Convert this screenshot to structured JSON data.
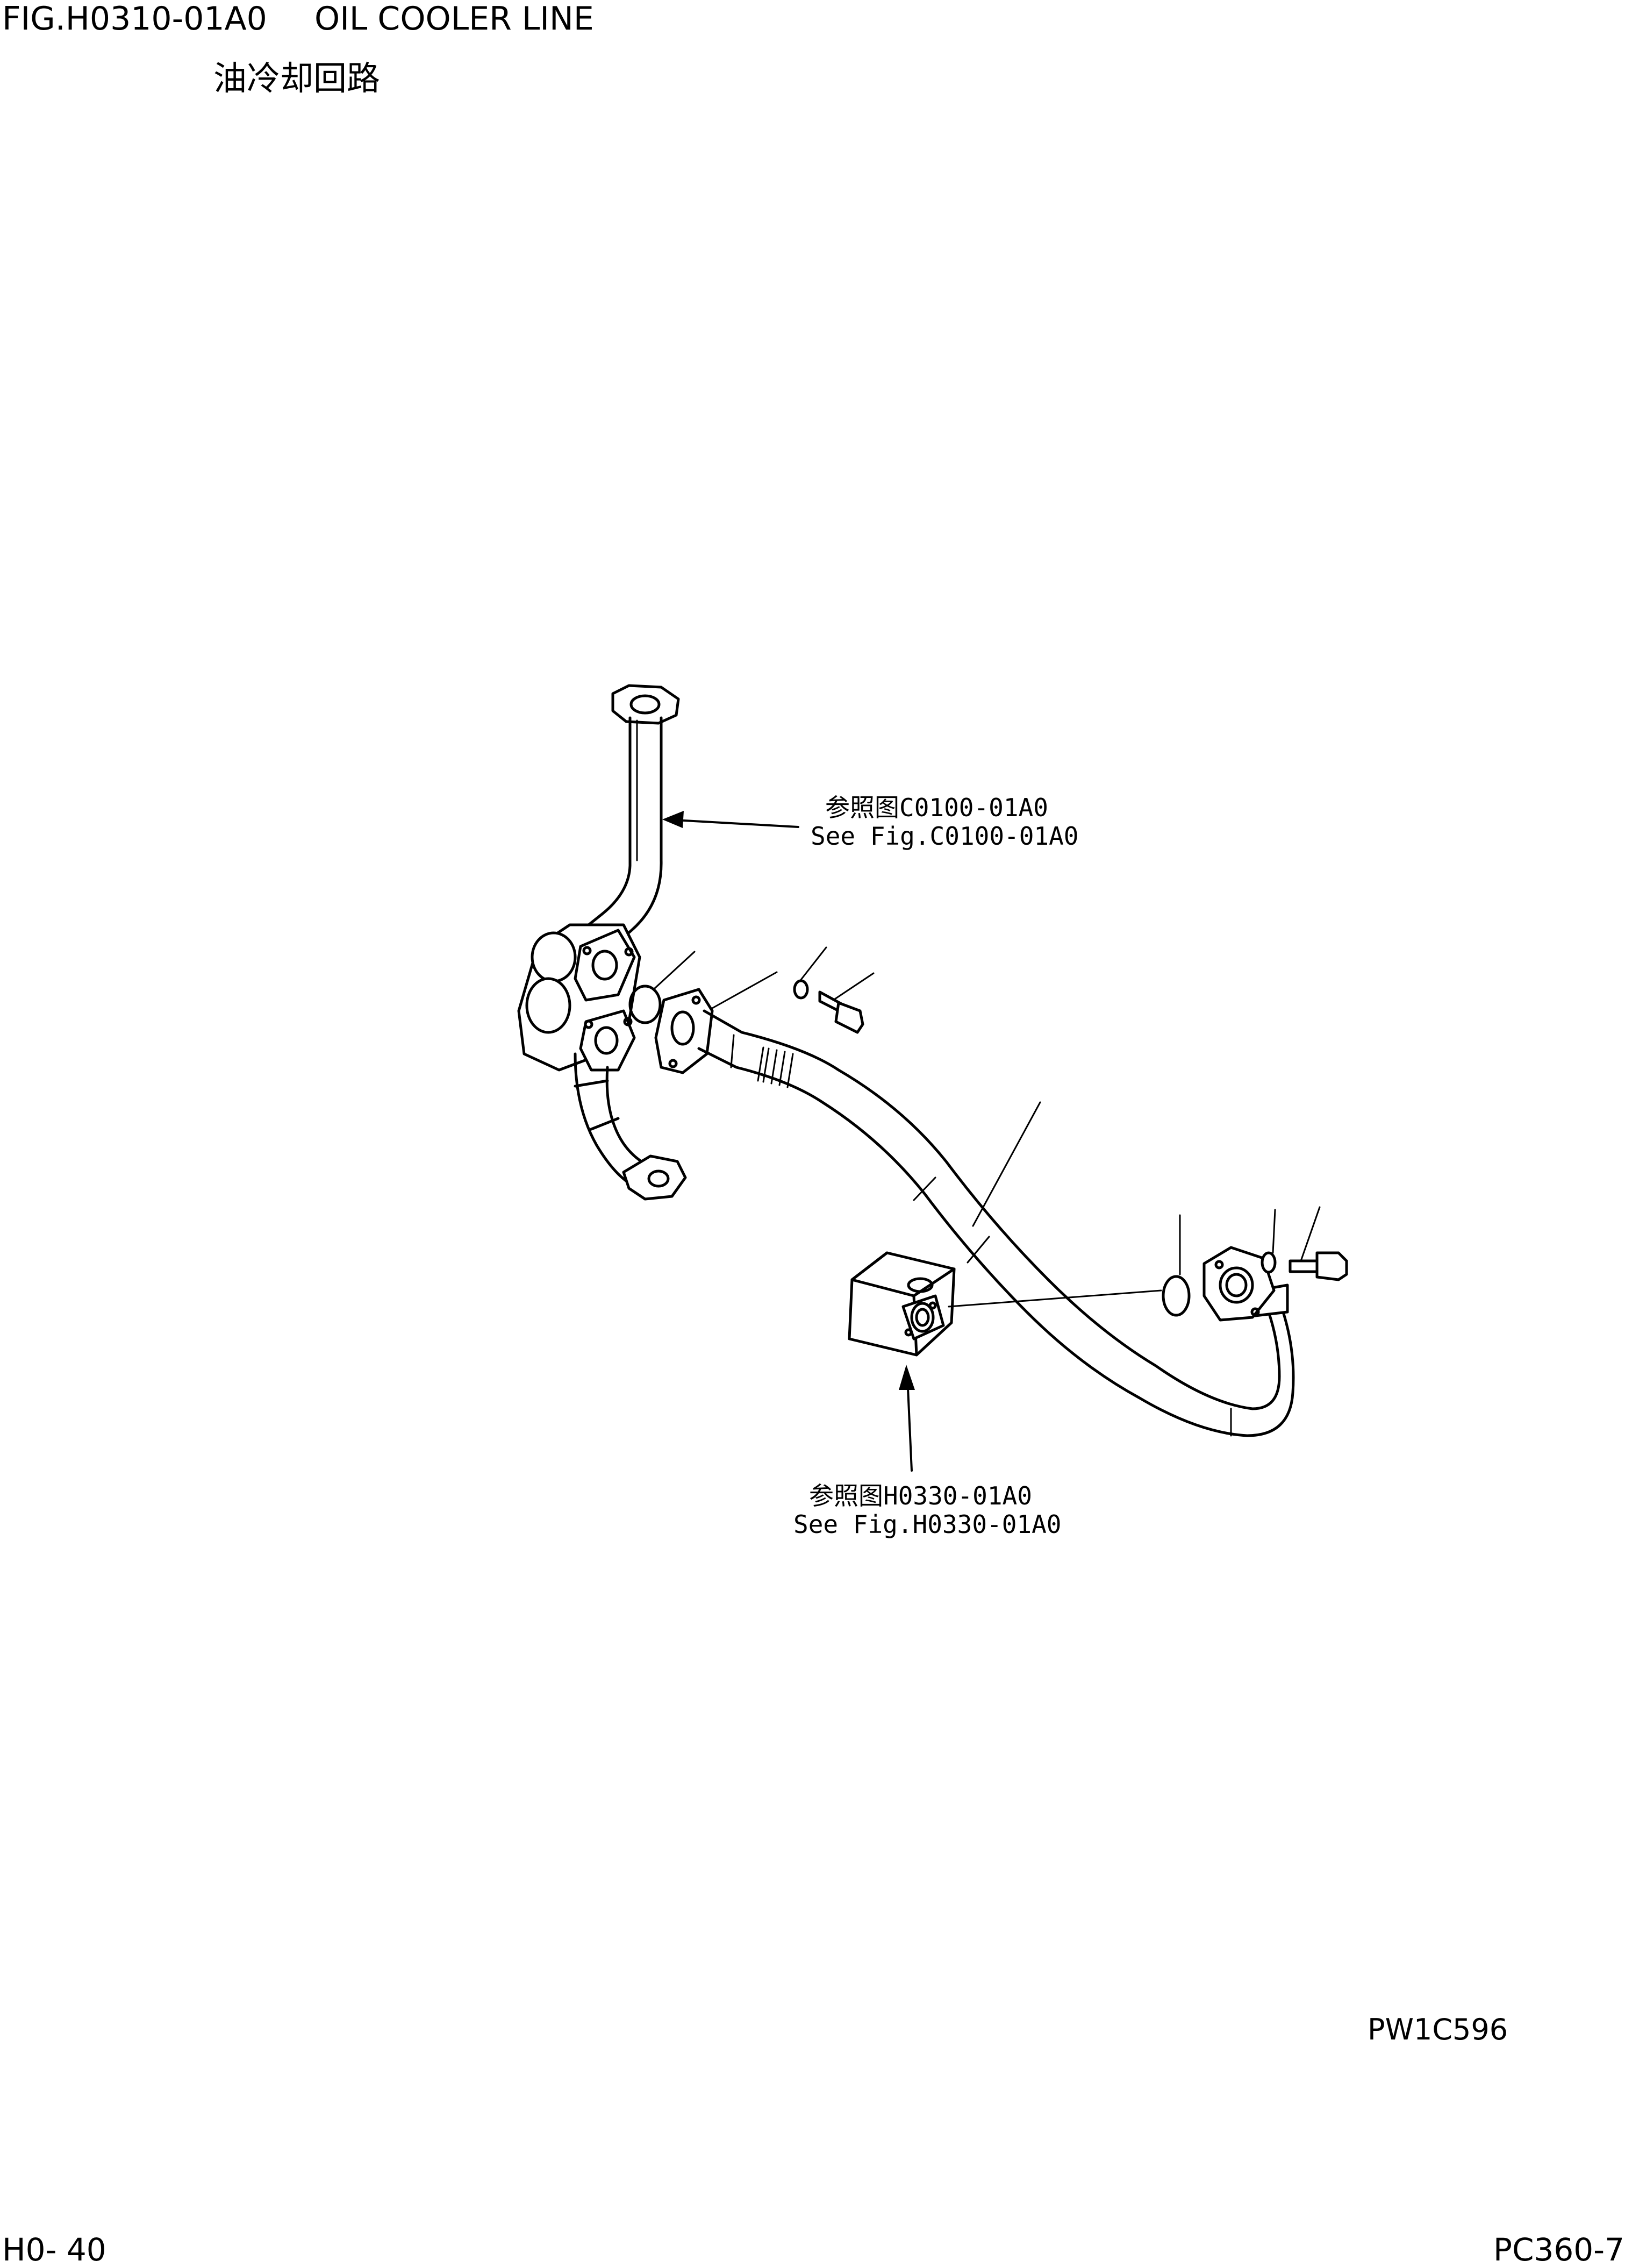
{
  "header": {
    "figure_code": "FIG.H0310-01A0",
    "title": "OIL COOLER LINE",
    "title_cn": "油冷却回路"
  },
  "references": [
    {
      "cn": "参照图C0100-01A0",
      "en": "See Fig.C0100-01A0"
    },
    {
      "cn": "参照图H0330-01A0",
      "en": "See Fig.H0330-01A0"
    }
  ],
  "footer": {
    "drawing_code": "PW1C596",
    "page_number": "H0- 40",
    "model": "PC360-7"
  },
  "colors": {
    "ink": "#000000",
    "paper": "#ffffff"
  }
}
